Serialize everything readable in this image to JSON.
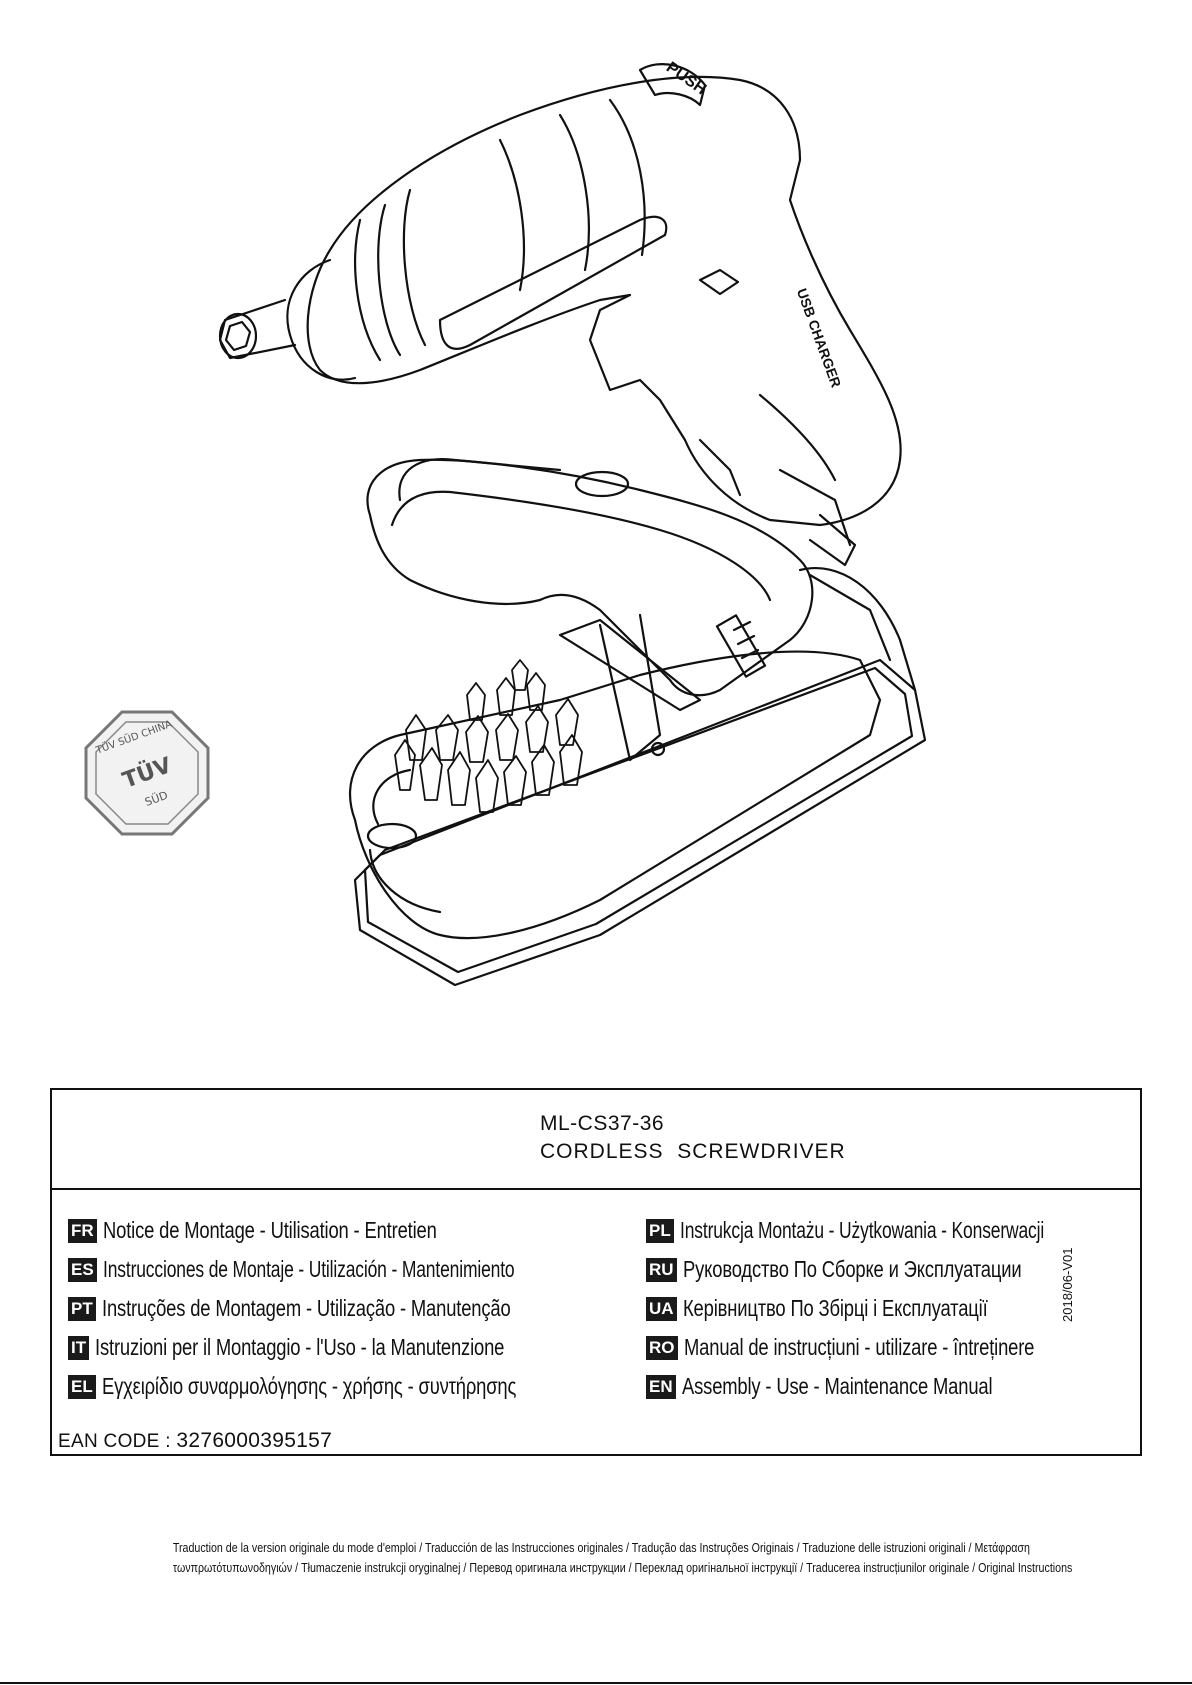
{
  "illustration": {
    "push_label": "PUSH",
    "charger_label": "USB CHARGER"
  },
  "certification": {
    "line1": "TÜV SÜD CHINA",
    "mark": "TÜV",
    "line2": "SÜD"
  },
  "title_block": {
    "model": "ML-CS37-36",
    "product": "CORDLESS  SCREWDRIVER"
  },
  "languages_left": [
    {
      "code": "FR",
      "text": "Notice de Montage - Utilisation - Entretien"
    },
    {
      "code": "ES",
      "text": "Instrucciones de Montaje - Utilización - Mantenimiento"
    },
    {
      "code": "PT",
      "text": "Instruções de Montagem - Utilização - Manutenção"
    },
    {
      "code": "IT",
      "text": "Istruzioni per il Montaggio - l'Uso - la Manutenzione"
    },
    {
      "code": "EL",
      "text": "Εγχειρίδιο συναρμολόγησης - χρήσης - συντήρησης"
    }
  ],
  "languages_right": [
    {
      "code": "PL",
      "text": "Instrukcja Montażu - Użytkowania - Konserwacji"
    },
    {
      "code": "RU",
      "text": "Руководство По Сборке и Эксплуатации"
    },
    {
      "code": "UA",
      "text": "Керівництво По Збірці і Експлуатації"
    },
    {
      "code": "RO",
      "text": "Manual de instrucțiuni - utilizare - întreținere"
    },
    {
      "code": "EN",
      "text": "Assembly - Use - Maintenance Manual"
    }
  ],
  "version": "2018/06-V01",
  "ean": {
    "label": "EAN CODE : ",
    "value": "3276000395157"
  },
  "footer": {
    "line1": "Traduction de la version originale du mode d'emploi / Traducción de las Instrucciones originales / Tradução das Instruções Originais / Traduzione delle istruzioni originali / Μετάφραση",
    "line2": "τωνπρωτότυπωνοδηγιών / Tłumaczenie instrukcji oryginalnej / Перевод оригинала инструкции / Переклад оригінальної інструкції / Traducerea instrucțiunilor originale / Original Instructions"
  }
}
